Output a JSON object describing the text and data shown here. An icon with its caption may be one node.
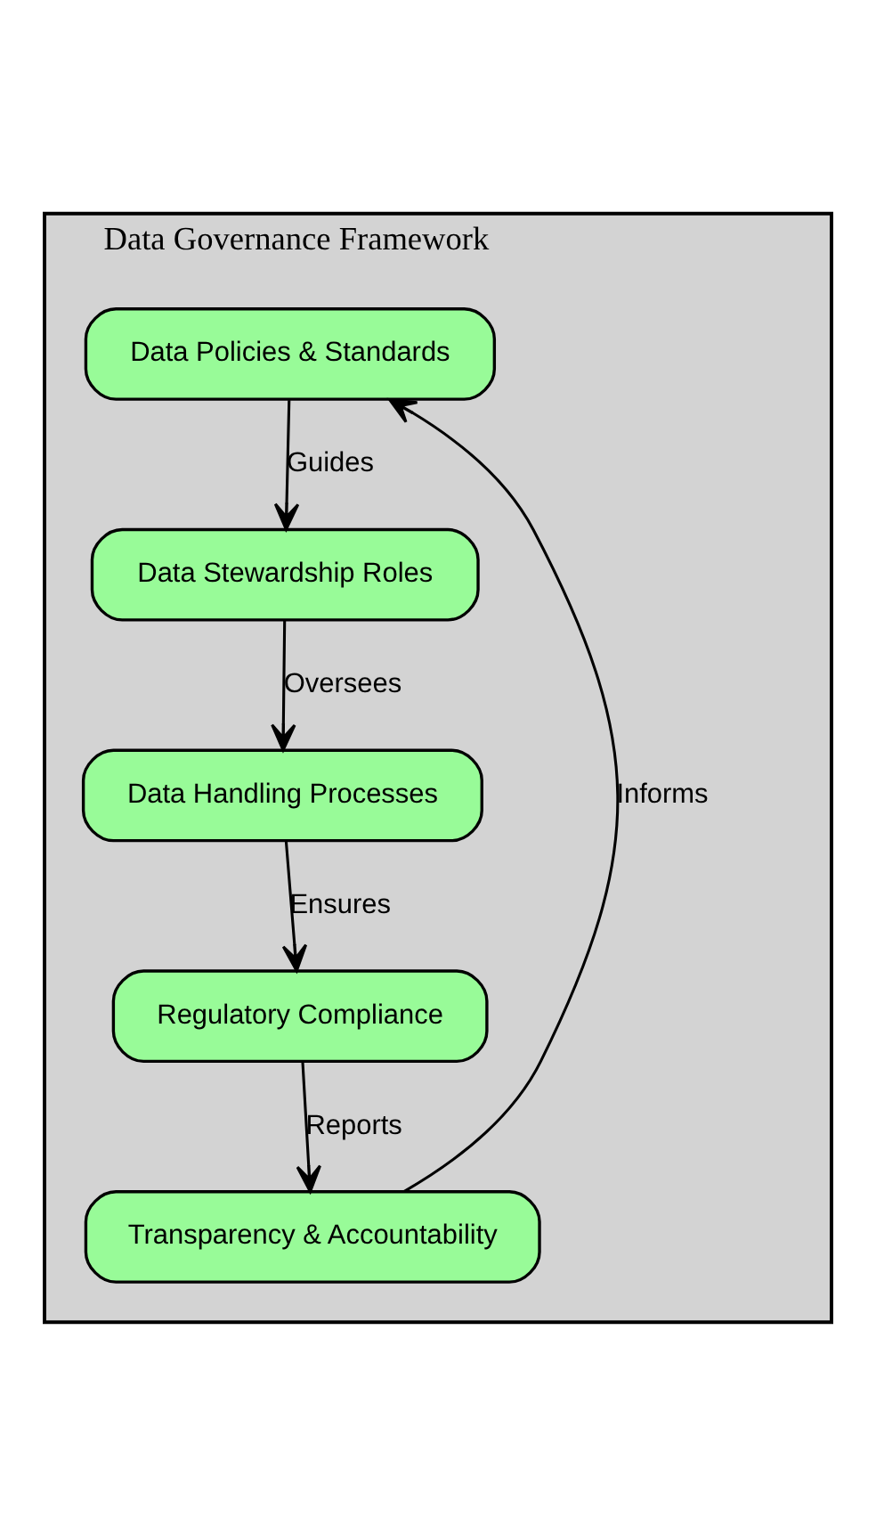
{
  "diagram": {
    "nodes": [
      {
        "text": [
          "Data Governance Framework"
        ]
      },
      {
        "text": [
          "Data Policies & Standards"
        ],
        "in": 0
      },
      {
        "text": [
          "Data Stewardship Roles"
        ],
        "in": 0
      },
      {
        "text": [
          "Data Handling Processes"
        ],
        "in": 0
      },
      {
        "text": [
          "Regulatory Compliance"
        ],
        "in": 0
      },
      {
        "text": [
          "Transparency & Accountability"
        ],
        "in": 0
      }
    ],
    "edges": [
      {
        "from": 1,
        "to": 2,
        "arrow": "to",
        "label": "Guides"
      },
      {
        "from": 2,
        "to": 3,
        "arrow": "to",
        "label": "Oversees"
      },
      {
        "from": 3,
        "to": 4,
        "arrow": "to",
        "label": "Ensures"
      },
      {
        "from": 4,
        "to": 5,
        "arrow": "to",
        "label": "Reports"
      },
      {
        "from": 5,
        "to": 1,
        "arrow": "to",
        "label": "Informs"
      }
    ]
  }
}
